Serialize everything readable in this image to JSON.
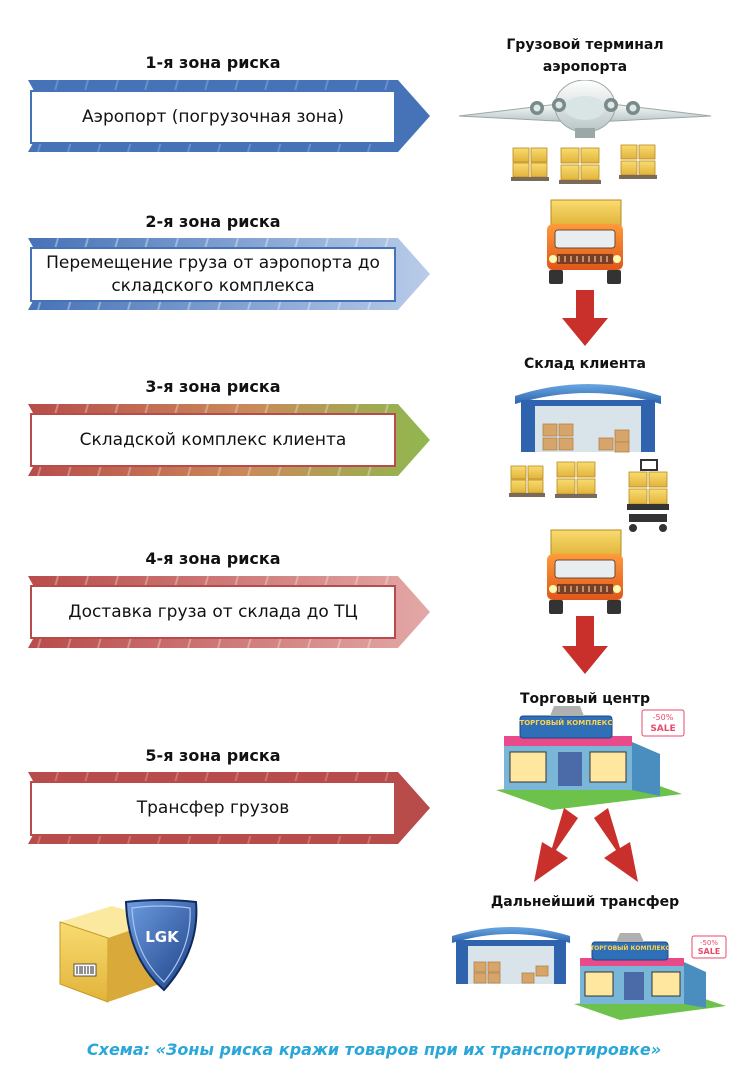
{
  "zones": [
    {
      "title": "1-я зона риска",
      "label": "Аэропорт (погрузочная зона)",
      "color": "#4672b7"
    },
    {
      "title": "2-я зона риска",
      "label": "Перемещение груза от аэропорта до складского комплекса",
      "color": "#4672b7"
    },
    {
      "title": "3-я зона риска",
      "label": "Складской комплекс клиента",
      "color": "#b84c4a"
    },
    {
      "title": "4-я зона риска",
      "label": "Доставка груза от склада до ТЦ",
      "color": "#b84c4a"
    },
    {
      "title": "5-я зона риска",
      "label": "Трансфер грузов",
      "color": "#b84c4a"
    }
  ],
  "places": {
    "airport": "Грузовой терминал аэропорта",
    "warehouse": "Склад клиента",
    "mall": "Торговый центр",
    "transfer": "Дальнейший трансфер"
  },
  "mall_sign": "ТОРГОВЫЙ КОМПЛЕКС",
  "sale_badge": {
    "discount": "-50%",
    "text": "SALE"
  },
  "logo_text": "LGK",
  "caption": "Схема: «Зоны риска кражи товаров при их транспортировке»",
  "colors": {
    "arrow_red": "#c9302c",
    "caption": "#2aa7d8"
  }
}
